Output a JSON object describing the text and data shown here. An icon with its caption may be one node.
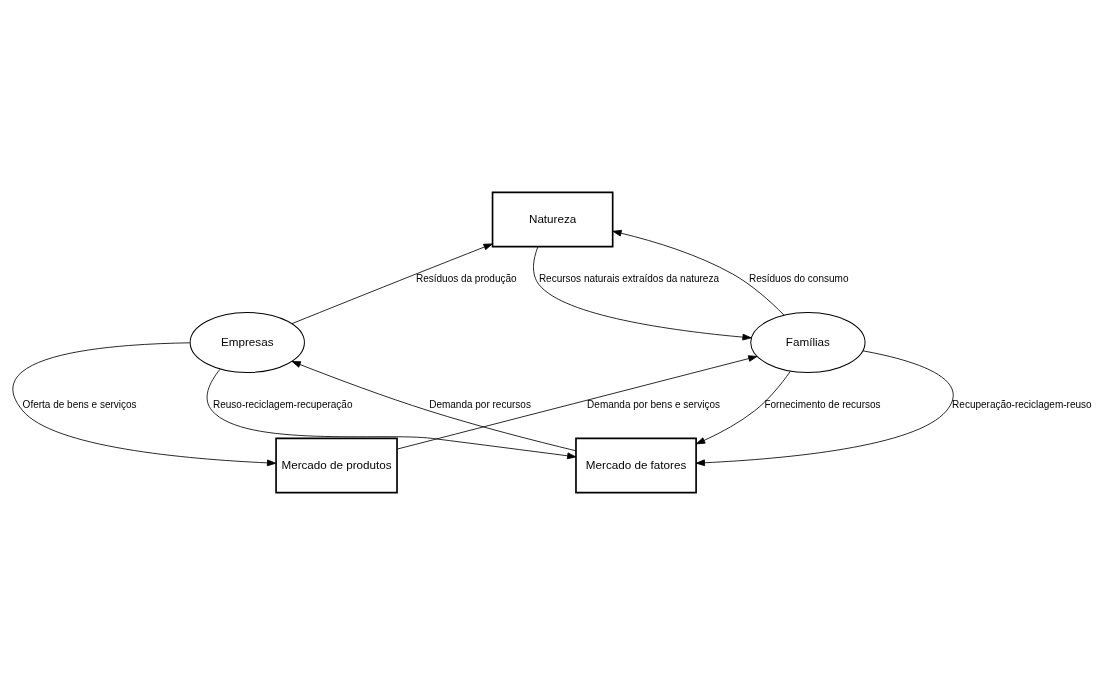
{
  "diagram": {
    "nodes": [
      {
        "text": [
          "Natureza"
        ]
      },
      {
        "text": [
          "Mercado de produtos"
        ]
      },
      {
        "text": [
          "Famílias"
        ]
      },
      {
        "text": [
          "Empresas"
        ]
      },
      {
        "text": [
          "Mercado de fatores"
        ]
      }
    ],
    "edges": [
      {
        "from": 0,
        "to": 2,
        "arrow": "to",
        "label": "Recursos naturais extraídos da natureza"
      },
      {
        "from": 2,
        "to": 0,
        "arrow": "to",
        "label": "Resíduos do consumo"
      },
      {
        "from": 3,
        "to": 0,
        "arrow": "to",
        "label": "Resíduos da produção"
      },
      {
        "from": 1,
        "to": 2,
        "arrow": "to",
        "label": "Demanda por bens e serviços"
      },
      {
        "from": 3,
        "to": 1,
        "arrow": "to",
        "label": "Oferta de bens e serviços"
      },
      {
        "from": 2,
        "to": 4,
        "arrow": "to",
        "label": "Recuperação-reciclagem-reuso"
      },
      {
        "from": 3,
        "to": 4,
        "arrow": "to",
        "label": "Reuso-reciclagem-recuperação"
      },
      {
        "from": 2,
        "to": 4,
        "arrow": "to",
        "label": "Fornecimento de recursos"
      },
      {
        "from": 4,
        "to": 3,
        "arrow": "to",
        "label": "Demanda por recursos"
      }
    ]
  }
}
